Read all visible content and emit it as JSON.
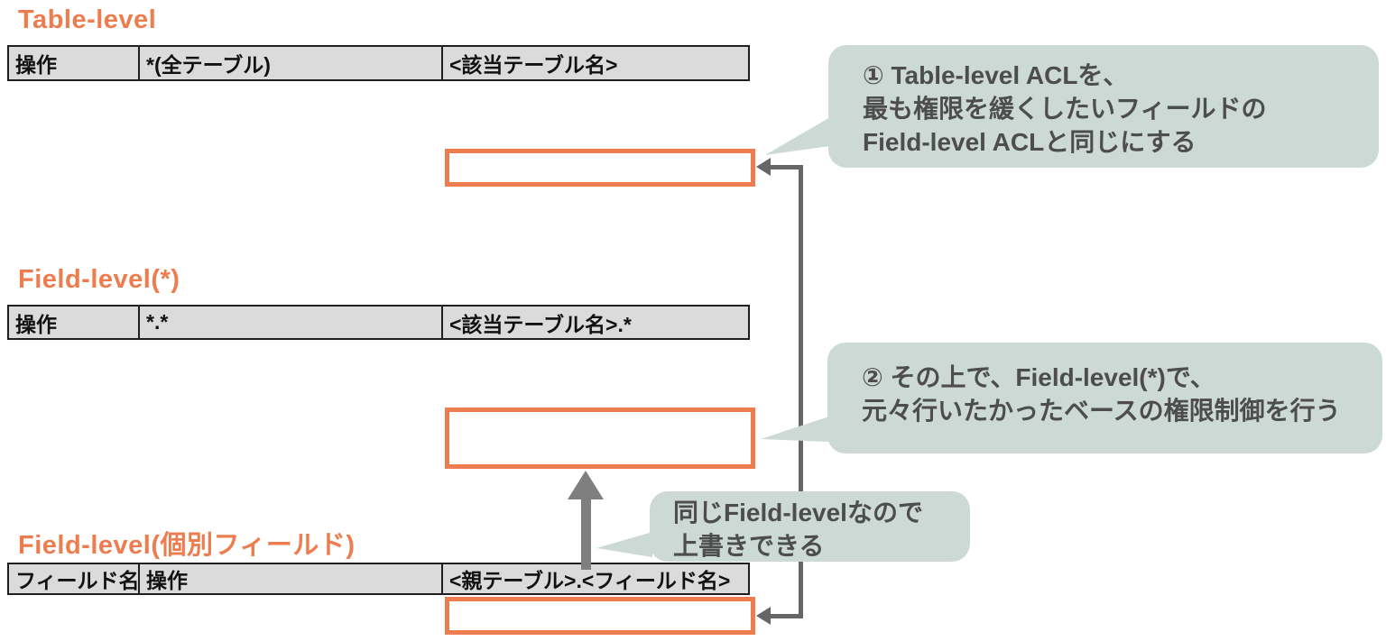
{
  "colors": {
    "accent_orange": "#ED7D4E",
    "table_header_fill": "#DBDBDB",
    "table_border": "#1F1F1F",
    "callout_fill": "#CDD9D5",
    "callout_text": "#4D4D4D",
    "connector_gray": "#666666",
    "up_arrow_gray": "#7F7F7F"
  },
  "sections": [
    {
      "title": "Table-level",
      "columns": [
        "操作",
        "*(全テーブル)",
        "<該当テーブル名>"
      ]
    },
    {
      "title": "Field-level(*)",
      "columns": [
        "操作",
        "*.*",
        "<該当テーブル名>.*"
      ]
    },
    {
      "title": "Field-level(個別フィールド)",
      "columns": [
        "フィールド名",
        "操作",
        "<親テーブル>.<フィールド名>"
      ]
    }
  ],
  "callouts": [
    {
      "lines": [
        "① Table-level ACLを、",
        "最も権限を緩くしたいフィールドの",
        "Field-level ACLと同じにする"
      ]
    },
    {
      "lines": [
        "② その上で、Field-level(*)で、",
        "元々行いたかったベースの権限制御を行う"
      ]
    },
    {
      "lines": [
        "同じField-levelなので",
        "上書きできる"
      ]
    }
  ]
}
